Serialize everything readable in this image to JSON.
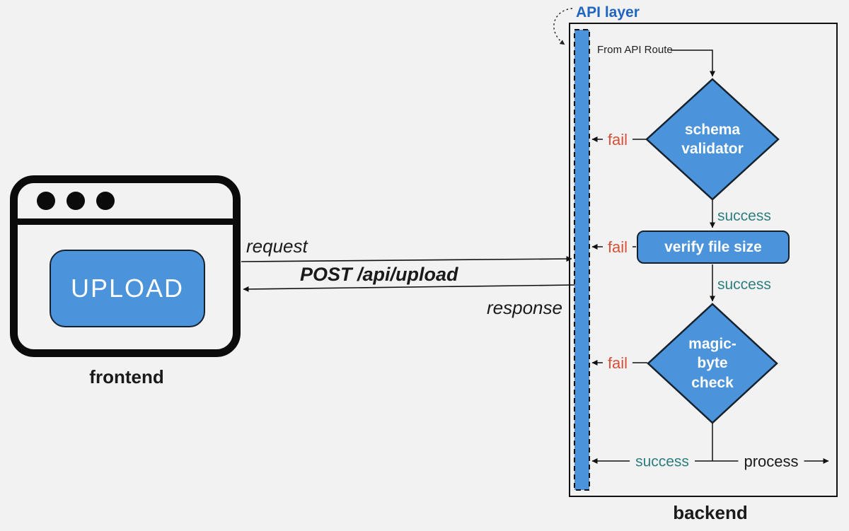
{
  "colors": {
    "background": "#f2f2f2",
    "shape_blue": "#4b93da",
    "api_label_blue": "#2065c0",
    "fail_red": "#d75037",
    "success_teal": "#2e7e80",
    "ink": "#111111"
  },
  "frontend": {
    "label": "frontend",
    "upload_button": "UPLOAD"
  },
  "connection": {
    "request_label": "request",
    "method_label": "POST /api/upload",
    "response_label": "response"
  },
  "backend": {
    "label": "backend",
    "api_layer_label": "API layer",
    "entry_label": "From API Route",
    "schema_validator": "schema\nvalidator",
    "verify_file_size": "verify file size",
    "magic_byte_check": "magic-\nbyte\ncheck",
    "fail_label": "fail",
    "success_label": "success",
    "process_label": "process"
  }
}
